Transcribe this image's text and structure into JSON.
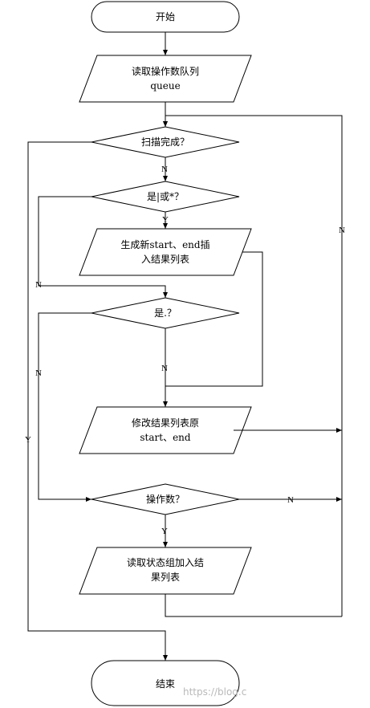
{
  "nodes": {
    "start": {
      "text": "开始"
    },
    "read_queue": {
      "line1": "读取操作数队列",
      "line2": "queue"
    },
    "scan_done": {
      "text": "扫描完成？"
    },
    "is_or_star": {
      "text": "是|或*？"
    },
    "gen_new": {
      "line1": "生成新start、end插",
      "line2": "入结果列表"
    },
    "is_dot": {
      "text": "是.？"
    },
    "modify": {
      "line1": "修改结果列表原",
      "line2": "start、end"
    },
    "is_operand": {
      "text": "操作数？"
    },
    "read_state": {
      "line1": "读取状态组加入结",
      "line2": "果列表"
    },
    "end": {
      "text": "结束"
    }
  },
  "edge_labels": {
    "scan_no": "N",
    "scan_yes": "Y",
    "or_yes": "Y",
    "or_no": "N",
    "dot_no": "N",
    "dot_side": "N",
    "operand_yes": "Y",
    "operand_no": "N",
    "loop_back": "N"
  },
  "watermark": "https://blog.c"
}
